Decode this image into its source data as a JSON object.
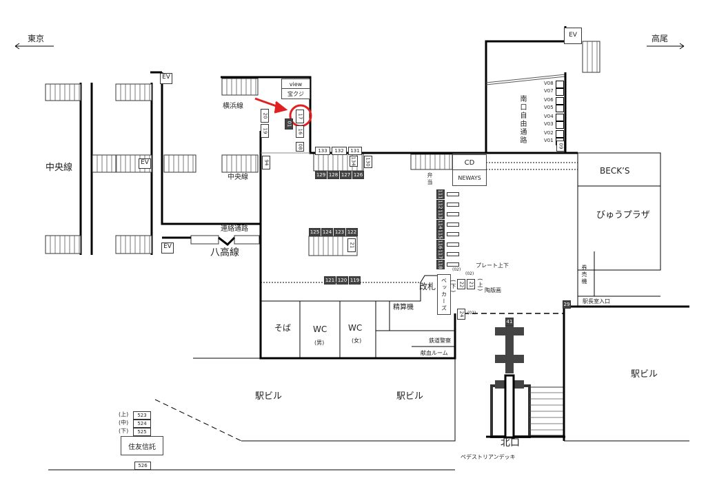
{
  "directions": {
    "left": "東京",
    "right": "高尾"
  },
  "lines": {
    "chuo_left": "中央線",
    "yokohama": "横浜線",
    "chuo_center": "中央線",
    "hachiko": "八高線",
    "connecting_passage": "連絡通路"
  },
  "ev_label": "EV",
  "rooms": {
    "view": "view",
    "takarakuji": "宝クジ",
    "cd": "CD",
    "bento": "弁当",
    "neways": "NEWAYS",
    "becks": "BECK’S",
    "view_plaza": "びゅうプラザ",
    "ticket_machine": "券売機",
    "stationmaster_entrance": "駅長室入口",
    "ticket_gate": "改札",
    "beckers": "ベッカーズ",
    "fare_adjustment": "精算機",
    "soba": "そば",
    "wc_men": "WC",
    "wc_men_sub": "(男)",
    "wc_women": "WC",
    "wc_women_sub": "(女)",
    "railway_police": "鉄道警察",
    "blood_donation": "献血ルーム",
    "station_building_1": "駅ビル",
    "station_building_2": "駅ビル",
    "station_building_3": "駅ビル",
    "north_exit": "北口",
    "pedestrian_deck": "ペデストリアンデッキ",
    "sumitomo": "住友信託",
    "south_passage": "南口自由通路"
  },
  "annotations": {
    "plate": "プレート上下",
    "ceramic": "陶版画",
    "lower": "(下)",
    "upper": "(上)",
    "pos_upper": "(上)",
    "pos_middle": "(中)",
    "pos_lower": "(下)"
  },
  "lockers": {
    "l20": "20",
    "l19": "19",
    "l17": "17",
    "l01": "01",
    "l16": "16",
    "l08": "08",
    "l94": "94",
    "l133": "133",
    "l132": "132",
    "l131": "131",
    "l130": "130",
    "l134": "134",
    "l129": "129",
    "l128": "128",
    "l127": "127",
    "l126": "126",
    "l125": "125",
    "l124": "124",
    "l123": "123",
    "l122": "122",
    "l21a": "21",
    "l121": "121",
    "l120": "120",
    "l119": "119",
    "col": [
      "111",
      "112",
      "113",
      "114",
      "115",
      "116",
      "117",
      "118"
    ],
    "l22": "22",
    "l21b": "21",
    "l24": "24",
    "p02a": "(02)",
    "p02b": "(02)",
    "p02c": "(02)",
    "v": [
      "V08",
      "V07",
      "V06",
      "V05",
      "V04",
      "V03",
      "V02",
      "V01"
    ],
    "l09": "09",
    "l29": "29",
    "l523": "523",
    "l524": "524",
    "l525": "525",
    "l526": "526",
    "l41": "41"
  },
  "highlight": {
    "color": "#e02020",
    "target_locker": "17"
  }
}
